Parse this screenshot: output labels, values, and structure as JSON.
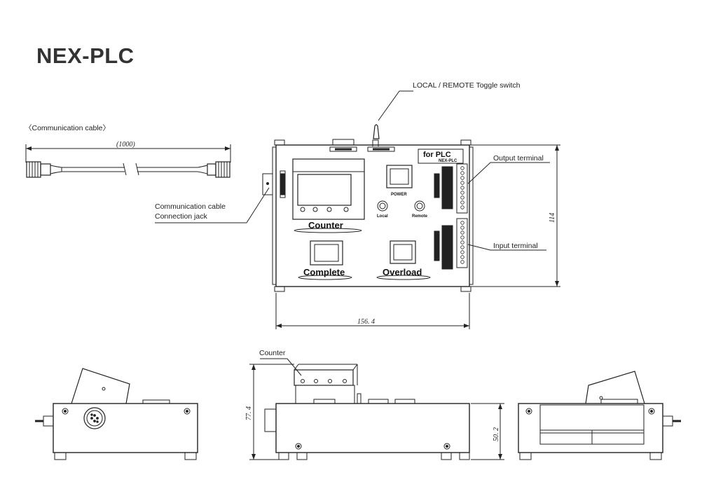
{
  "title": "NEX-PLC",
  "labels": {
    "comm_cable": "〈Communication cable〉",
    "cable_length": "(1000)",
    "toggle_switch": "LOCAL / REMOTE  Toggle switch",
    "output_terminal": "Output terminal",
    "input_terminal": "Input terminal",
    "jack_line1": "Communication cable",
    "jack_line2": "Connection jack",
    "counter_top": "Counter",
    "counter_front": "Counter"
  },
  "panel": {
    "counter": "Counter",
    "power": "POWER",
    "local": "Local",
    "remote": "Remote",
    "complete": "Complete",
    "overload": "Overload",
    "for_plc": "for  PLC",
    "model_small": "NEX-PLC"
  },
  "dimensions": {
    "width": "156. 4",
    "height_top": "114",
    "height_overall": "77. 4",
    "height_body": "50. 2"
  },
  "colors": {
    "line": "#222222",
    "title": "#333333"
  }
}
